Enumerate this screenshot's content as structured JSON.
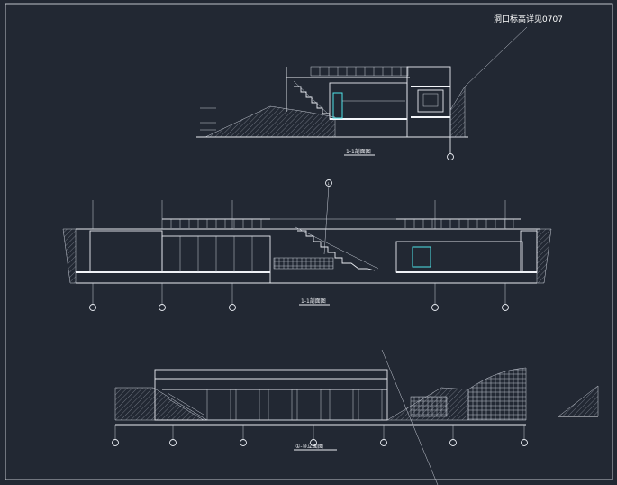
{
  "annotation": {
    "text": "洞口标高详见0707"
  },
  "sections": [
    {
      "id": "top",
      "title": "1-1剖面图"
    },
    {
      "id": "middle",
      "title": "1-1剖面图"
    },
    {
      "id": "bottom",
      "title": "①-⑩立面图"
    }
  ],
  "marker": {
    "label": "1"
  },
  "colors": {
    "background": "#222833",
    "lines": "#e9ecf2",
    "accent": "#4fe3e8"
  }
}
